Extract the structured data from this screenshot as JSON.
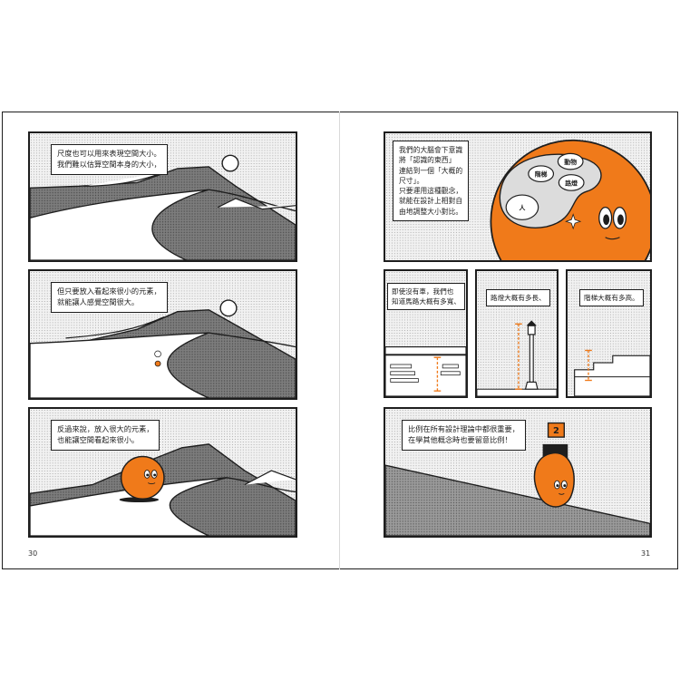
{
  "pages": {
    "left": {
      "number": "30",
      "panels": [
        {
          "caption": "尺度也可以用來表現空間大小。\n我們難以估算空間本身的大小，"
        },
        {
          "caption": "但只要放入看起來很小的元素，\n就能讓人感覺空間很大。"
        },
        {
          "caption": "反過來說，放入很大的元素，\n也能讓空間看起來很小。"
        }
      ]
    },
    "right": {
      "number": "31",
      "brain_panel": {
        "caption": "我們的大腦會下意識\n將「認識的東西」\n連結到一個「大概的\n尺寸」。\n只要運用這種觀念，\n就能在設計上相對自\n由地調整大小對比。",
        "labels": [
          "人",
          "階梯",
          "動物",
          "路燈"
        ]
      },
      "small_panels": [
        {
          "caption": "即使沒有車，我們也\n知道馬路大概有多寬、"
        },
        {
          "caption": "路燈大概有多長、"
        },
        {
          "caption": "階梯大概有多高。"
        }
      ],
      "bottom_panel": {
        "caption": "比例在所有設計理論中都很重要，\n在學其他概念時也要留意比例！",
        "badge": "2"
      }
    }
  },
  "colors": {
    "accent_orange": "#f07a1a",
    "ink": "#1e1e1e",
    "screen_gray": "#8f8f8f",
    "paper": "#efefef"
  }
}
